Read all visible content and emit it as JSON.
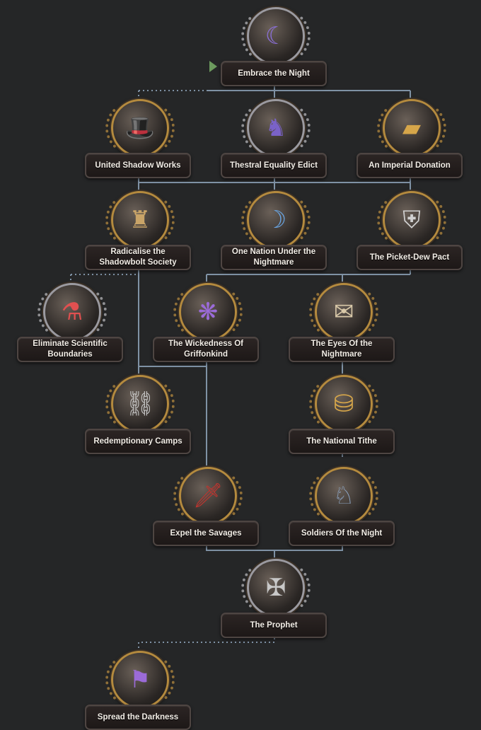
{
  "focus_tree": {
    "nodes": [
      {
        "id": "embrace",
        "label": "Embrace the Night",
        "icon": "crescent-moon-icon",
        "frame": "steel",
        "glyph": "☾",
        "color": "#8a6fd8"
      },
      {
        "id": "united",
        "label": "United Shadow Works",
        "icon": "top-hat-icon",
        "frame": "gold",
        "glyph": "🎩",
        "color": "#d83a3a"
      },
      {
        "id": "thestral",
        "label": "Thestral Equality Edict",
        "icon": "thestral-portrait-icon",
        "frame": "steel",
        "glyph": "♞",
        "color": "#7a62c8"
      },
      {
        "id": "imperial",
        "label": "An Imperial Donation",
        "icon": "gold-bars-icon",
        "frame": "gold",
        "glyph": "▰",
        "color": "#d6a64a"
      },
      {
        "id": "radicalise",
        "label": "Radicalise the\nShadowbolt Society",
        "icon": "eagle-city-icon",
        "frame": "gold",
        "glyph": "♜",
        "color": "#c9a468"
      },
      {
        "id": "one_nation",
        "label": "One Nation Under the\nNightmare",
        "icon": "nightmare-moon-icon",
        "frame": "gold",
        "glyph": "☽",
        "color": "#6aa8e8"
      },
      {
        "id": "picket",
        "label": "The Picket-Dew Pact",
        "icon": "shield-icon",
        "frame": "gold",
        "glyph": "⛨",
        "color": "#d0d0d0"
      },
      {
        "id": "eliminate",
        "label": "Eliminate Scientific\nBoundaries",
        "icon": "science-rockets-icon",
        "frame": "steel",
        "glyph": "⚗",
        "color": "#e05050"
      },
      {
        "id": "wickedness",
        "label": "The Wickedness Of\nGriffonkind",
        "icon": "griffon-wing-icon",
        "frame": "gold",
        "glyph": "❋",
        "color": "#9b6bd8"
      },
      {
        "id": "eyes",
        "label": "The Eyes Of the\nNightmare",
        "icon": "pistol-dossier-icon",
        "frame": "gold",
        "glyph": "✉",
        "color": "#d8c8a8"
      },
      {
        "id": "camps",
        "label": "Redemptionary Camps",
        "icon": "shackles-icon",
        "frame": "gold",
        "glyph": "⛓",
        "color": "#c9c9c9"
      },
      {
        "id": "tithe",
        "label": "The National Tithe",
        "icon": "coins-document-icon",
        "frame": "gold",
        "glyph": "⛁",
        "color": "#d6a64a"
      },
      {
        "id": "expel",
        "label": "Expel the Savages",
        "icon": "bloody-knife-icon",
        "frame": "gold",
        "glyph": "🗡",
        "color": "#c0342e"
      },
      {
        "id": "soldiers",
        "label": "Soldiers Of the Night",
        "icon": "soldier-pony-icon",
        "frame": "gold",
        "glyph": "♘",
        "color": "#8fa8c8"
      },
      {
        "id": "prophet",
        "label": "The Prophet",
        "icon": "eagle-emblem-icon",
        "frame": "steel",
        "glyph": "✠",
        "color": "#c8c8c8"
      },
      {
        "id": "spread",
        "label": "Spread the Darkness",
        "icon": "purple-flag-icon",
        "frame": "gold",
        "glyph": "⚑",
        "color": "#9b6bd8"
      }
    ]
  }
}
